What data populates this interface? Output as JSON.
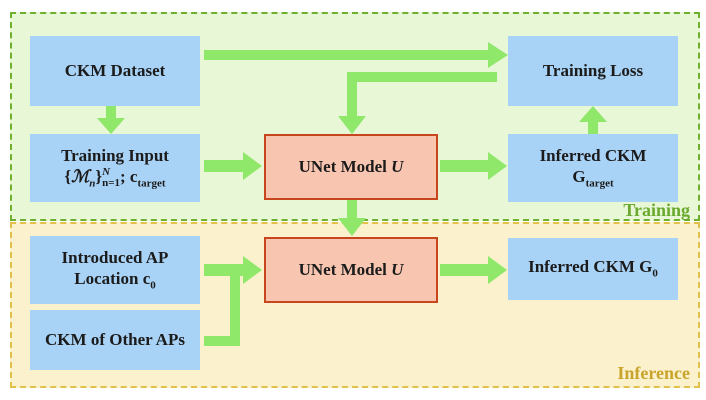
{
  "regions": {
    "training": "Training",
    "inference": "Inference"
  },
  "boxes": {
    "ckm_dataset": "CKM Dataset",
    "training_loss": "Training Loss",
    "training_input_line1": "Training Input",
    "unet_train_text": "UNet Model ",
    "unet_train_var": "U",
    "inferred_ckm_train_line1": "Inferred CKM",
    "inferred_ckm_train_G": "G",
    "inferred_ckm_train_sub": "target",
    "introduced_ap_line1": "Introduced AP",
    "introduced_ap_line2": "Location c",
    "introduced_ap_sub": "0",
    "unet_infer_text": "UNet Model ",
    "unet_infer_var": "U",
    "inferred_ckm_infer_text": "Inferred CKM G",
    "inferred_ckm_infer_sub": "0",
    "ckm_other_aps": "CKM of Other APs"
  },
  "math": {
    "set_open": "{",
    "set_M": "ℳ",
    "set_n": "n",
    "set_close": "}",
    "set_upper": "N",
    "set_lower": "n=1",
    "set_sep": "; c",
    "c_sub": "target"
  },
  "colors": {
    "arrow": "#8fe86a",
    "blue_box": "#a9d3f6",
    "red_box": "#f8c6b0",
    "red_border": "#c8461e",
    "training_border": "#6fb12f",
    "inference_border": "#e2c14a"
  }
}
